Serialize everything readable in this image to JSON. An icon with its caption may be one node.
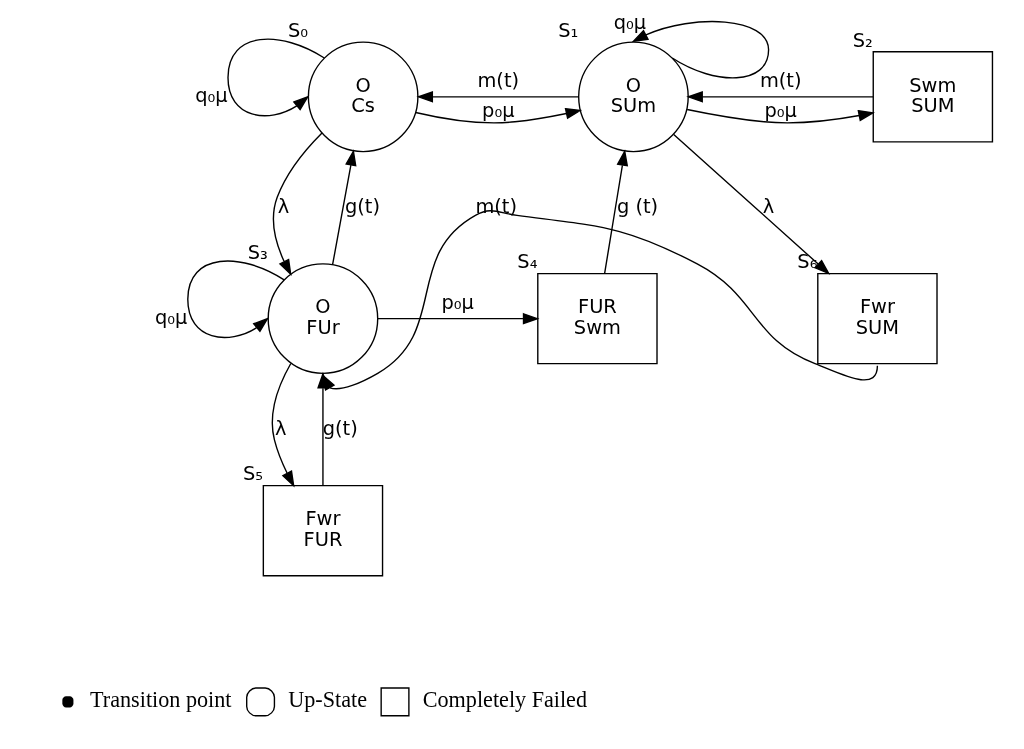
{
  "diagram": {
    "nodes": [
      {
        "text": [
          "O",
          "Cs"
        ],
        "beside": [
          "S₀"
        ]
      },
      {
        "text": [
          "O",
          "SUm"
        ],
        "beside": [
          "S₁"
        ]
      },
      {
        "text": [
          "Swm",
          "SUM"
        ],
        "beside": [
          "S₂"
        ]
      },
      {
        "text": [
          "O",
          "FUr"
        ],
        "beside": [
          "S₃"
        ]
      },
      {
        "text": [
          "FUR",
          "Swm"
        ],
        "beside": [
          "S₄"
        ]
      },
      {
        "text": [
          "Fwr",
          "FUR"
        ],
        "beside": [
          "S₅"
        ]
      },
      {
        "text": [
          "Fwr",
          "SUM"
        ],
        "beside": [
          "S₆"
        ]
      }
    ],
    "edges": [
      {
        "from": 0,
        "to": 0,
        "arrow": "to",
        "label": "q₀μ"
      },
      {
        "from": 0,
        "to": 1,
        "arrow": "to",
        "label": "p₀μ"
      },
      {
        "from": 1,
        "to": 0,
        "arrow": "to",
        "label": "m(t)"
      },
      {
        "from": 1,
        "to": 1,
        "arrow": "to",
        "label": "q₀μ"
      },
      {
        "from": 1,
        "to": 2,
        "arrow": "to",
        "label": "p₀μ"
      },
      {
        "from": 2,
        "to": 1,
        "arrow": "to",
        "label": "m(t)"
      },
      {
        "from": 1,
        "to": 6,
        "arrow": "to",
        "label": "λ"
      },
      {
        "from": 0,
        "to": 3,
        "arrow": "to",
        "label": "λ"
      },
      {
        "from": 3,
        "to": 0,
        "arrow": "to",
        "label": "g(t)"
      },
      {
        "from": 3,
        "to": 3,
        "arrow": "to",
        "label": "q₀μ"
      },
      {
        "from": 3,
        "to": 5,
        "arrow": "to",
        "label": "λ"
      },
      {
        "from": 5,
        "to": 3,
        "arrow": "to",
        "label": "g(t)"
      },
      {
        "from": 3,
        "to": 4,
        "arrow": "to",
        "label": "p₀μ"
      },
      {
        "from": 4,
        "to": 1,
        "arrow": "to",
        "label": "g (t)"
      },
      {
        "from": 6,
        "to": 3,
        "arrow": "to",
        "label": "m(t)"
      }
    ],
    "legend": [
      {
        "text": "Transition point"
      },
      {
        "text": "Up-State"
      },
      {
        "text": "Completely Failed"
      }
    ]
  }
}
